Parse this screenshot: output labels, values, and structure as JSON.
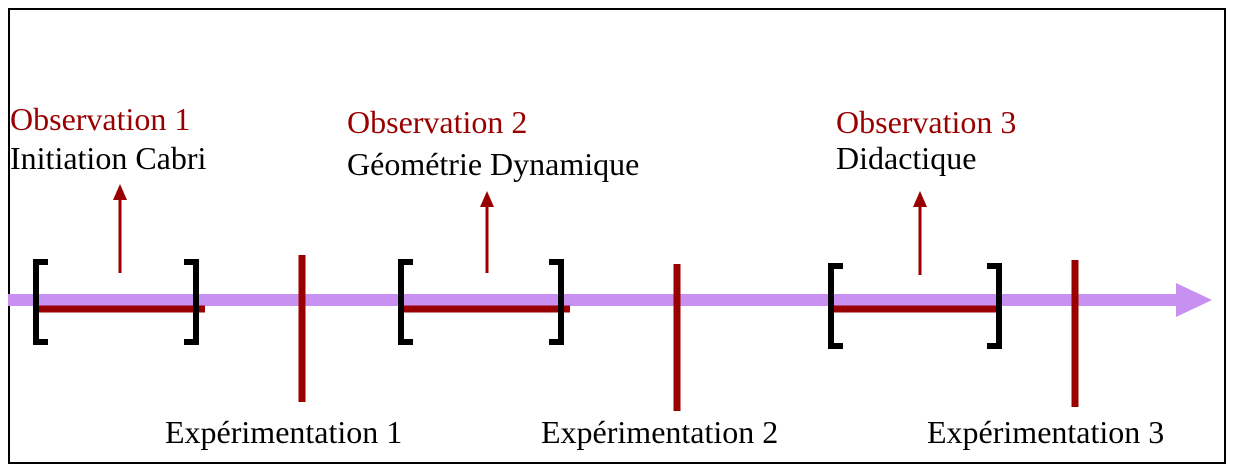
{
  "colors": {
    "timeline": "#c890f0",
    "accent": "#990000",
    "bracket": "#000000",
    "text": "#000000"
  },
  "observations": [
    {
      "title": "Observation 1",
      "subtitle": "Initiation Cabri"
    },
    {
      "title": "Observation 2",
      "subtitle": "Géométrie Dynamique"
    },
    {
      "title": "Observation 3",
      "subtitle": "Didactique"
    }
  ],
  "experimentations": [
    {
      "label": "Expérimentation 1"
    },
    {
      "label": "Expérimentation 2"
    },
    {
      "label": "Expérimentation 3"
    }
  ]
}
